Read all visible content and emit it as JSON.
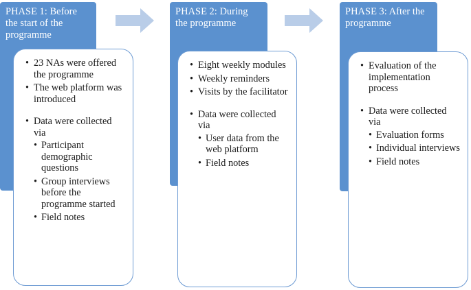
{
  "colors": {
    "header": "#5b91cf",
    "border": "#6d9bd3",
    "arrow": "#b9cde8"
  },
  "phases": [
    {
      "title": "PHASE 1: Before the start of the programme",
      "items": [
        {
          "text": "23 NAs were offered the programme",
          "sub": []
        },
        {
          "text": "The web platform was introduced",
          "sub": []
        },
        {
          "text": "Data were collected via",
          "sub": [
            "Participant demographic questions",
            "Group interviews before the programme started",
            "Field notes"
          ]
        }
      ]
    },
    {
      "title": "PHASE 2: During the programme",
      "items": [
        {
          "text": "Eight weekly modules",
          "sub": []
        },
        {
          "text": "Weekly reminders",
          "sub": []
        },
        {
          "text": "Visits by the facilitator",
          "sub": []
        },
        {
          "text": "Data were collected via",
          "sub": [
            "User data from the web platform",
            "Field notes"
          ]
        }
      ]
    },
    {
      "title": "PHASE 3: After the programme",
      "items": [
        {
          "text": "Evaluation of the implementation process",
          "sub": []
        },
        {
          "text": "Data were collected via",
          "sub": [
            "Evaluation forms",
            "Individual interviews",
            "Field notes"
          ]
        }
      ]
    }
  ]
}
